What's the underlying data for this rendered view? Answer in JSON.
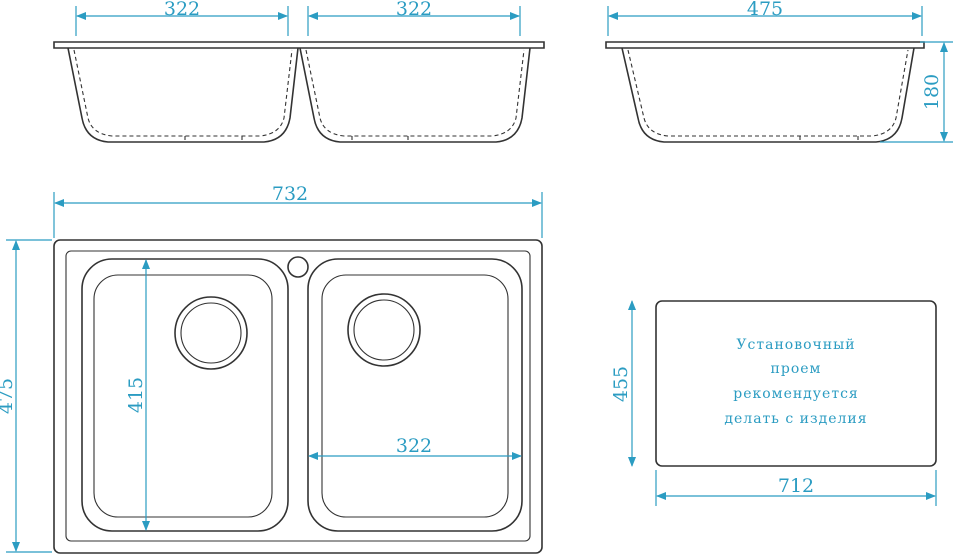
{
  "dimensions": {
    "top_left_bowl_width": "322",
    "top_right_bowl_width": "322",
    "side_depth_width": "475",
    "side_height": "180",
    "overall_width": "732",
    "overall_depth": "475",
    "bowl_length": "415",
    "right_bowl_width": "322",
    "cutout_height": "455",
    "cutout_width": "712"
  },
  "cutout_note": {
    "line1": "Установочный",
    "line2": "проем",
    "line3": "рекомендуется",
    "line4": "делать с изделия"
  },
  "colors": {
    "dimension": "#2b9cc2",
    "outline": "#333333"
  }
}
